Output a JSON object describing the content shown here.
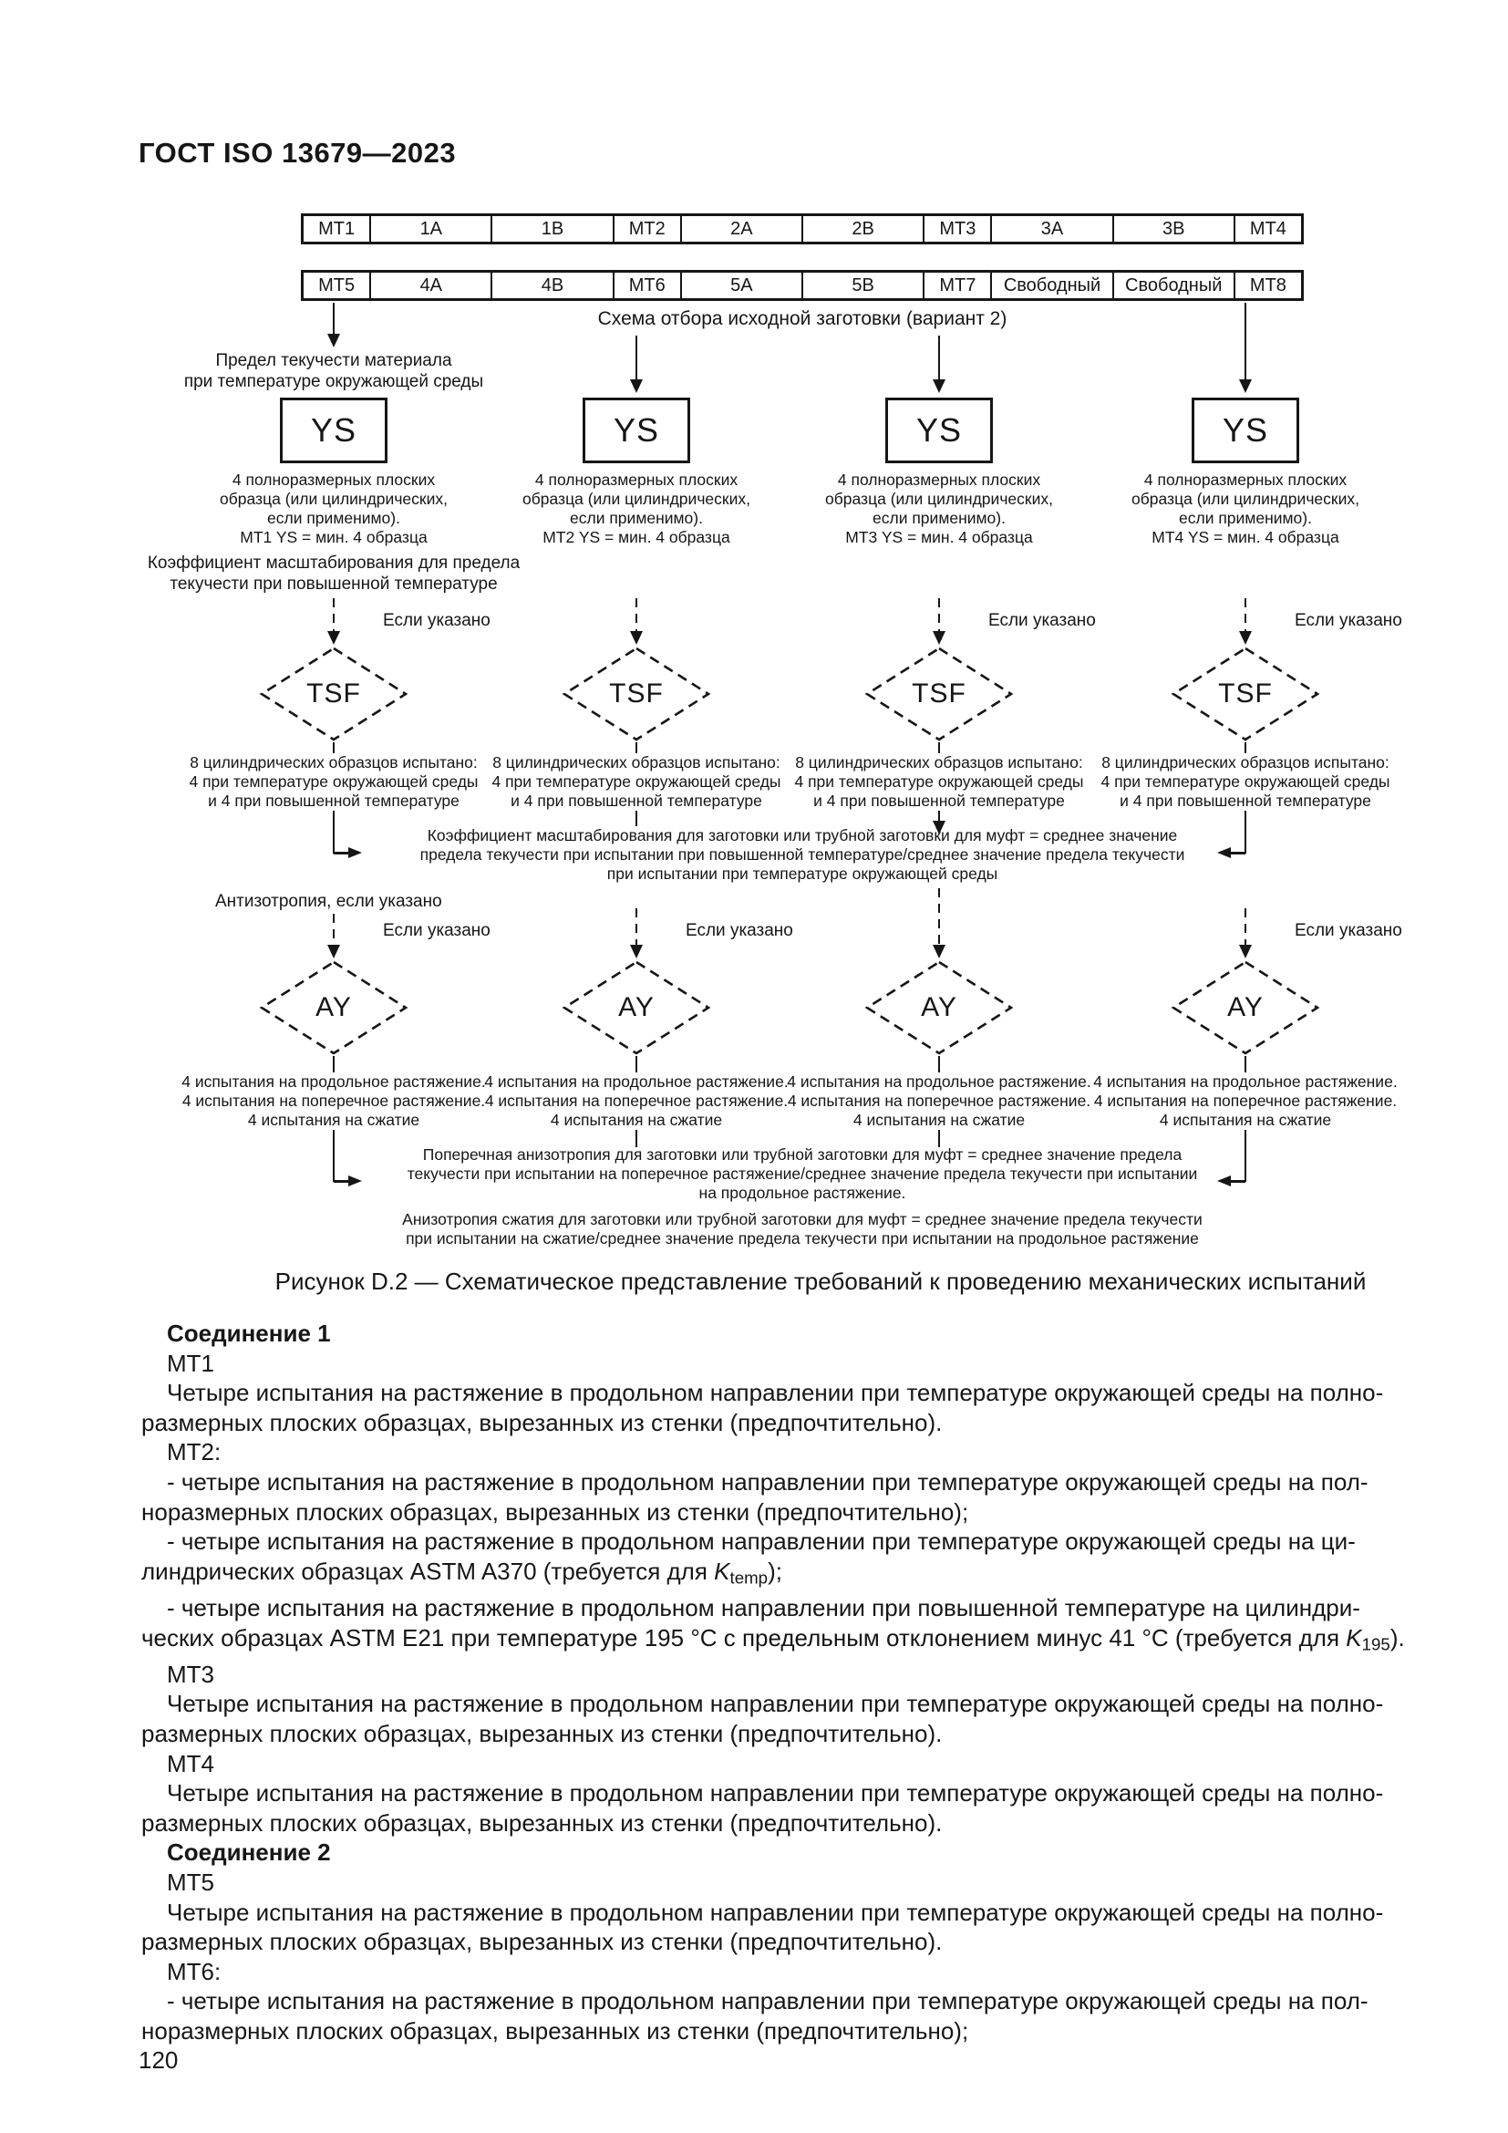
{
  "page": {
    "standard": "ГОСТ ISO 13679—2023",
    "number": "120"
  },
  "diagram": {
    "table_row1": [
      "MT1",
      "1A",
      "1B",
      "MT2",
      "2A",
      "2B",
      "MT3",
      "3A",
      "3B",
      "MT4"
    ],
    "table_row2": [
      "MT5",
      "4A",
      "4B",
      "MT6",
      "5A",
      "5B",
      "MT7",
      "Свободный",
      "Свободный",
      "MT8"
    ],
    "scheme_caption": "Схема отбора исходной заготовки (вариант 2)",
    "ys_intro_label": "Предел текучести материала\nпри температуре окружающей среды",
    "tsf_intro_label": "Коэффициент масштабирования для предела\nтекучести при повышенной температуре",
    "ay_intro_label": "Антизотропия, если указано",
    "if_specified": "Если указано",
    "columns": [
      {
        "ys": "YS",
        "ys_caption": "4 полноразмерных плоских\nобразца (или цилиндрических,\nесли применимо).\nMT1 YS = мин. 4 образца",
        "tsf": "TSF",
        "tsf_caption": "8 цилиндрических образцов испытано:\n4 при температуре окружающей среды\nи 4 при повышенной температуре",
        "ay": "AY",
        "ay_caption": "4 испытания на продольное растяжение.\n4 испытания на поперечное растяжение.\n4 испытания на сжатие"
      },
      {
        "ys": "YS",
        "ys_caption": "4 полноразмерных плоских\nобразца (или цилиндрических,\nесли применимо).\nMT2 YS = мин. 4 образца",
        "tsf": "TSF",
        "tsf_caption": "8 цилиндрических образцов испытано:\n4 при температуре окружающей среды\nи 4 при повышенной температуре",
        "ay": "AY",
        "ay_caption": "4 испытания на продольное растяжение.\n4 испытания на поперечное растяжение.\n4 испытания на сжатие"
      },
      {
        "ys": "YS",
        "ys_caption": "4 полноразмерных плоских\nобразца (или цилиндрических,\nесли применимо).\nMT3 YS = мин. 4 образца",
        "tsf": "TSF",
        "tsf_caption": "8 цилиндрических образцов испытано:\n4 при температуре окружающей среды\nи 4 при повышенной температуре",
        "ay": "AY",
        "ay_caption": "4 испытания на продольное растяжение.\n4 испытания на поперечное растяжение.\n4 испытания на сжатие"
      },
      {
        "ys": "YS",
        "ys_caption": "4 полноразмерных плоских\nобразца (или цилиндрических,\nесли применимо).\nMT4 YS = мин. 4 образца",
        "tsf": "TSF",
        "tsf_caption": "8 цилиндрических образцов испытано:\n4 при температуре окружающей среды\nи 4 при повышенной температуре",
        "ay": "AY",
        "ay_caption": "4 испытания на продольное растяжение.\n4 испытания на поперечное растяжение.\n4 испытания на сжатие"
      }
    ],
    "tsf_formula": "Коэффициент масштабирования для заготовки или трубной заготовки для муфт = среднее значение\nпредела текучести при испытании при повышенной температуре/среднее значение предела текучести\nпри испытании при температуре окружающей среды",
    "transverse_formula": "Поперечная анизотропия для заготовки или трубной заготовки для муфт = среднее значение предела\nтекучести при испытании на поперечное растяжение/среднее значение предела текучести при испытании\nна продольное растяжение.",
    "compression_formula": "Анизотропия сжатия для заготовки или трубной заготовки для муфт = среднее значение предела текучести\nпри испытании на сжатие/среднее значение предела текучести при испытании на продольное растяжение",
    "figure_caption": "Рисунок D.2 — Схематическое представление требований к проведению механических испытаний"
  },
  "body": {
    "lines": [
      {
        "text": "Соединение 1"
      },
      {
        "text": "MT1"
      },
      {
        "text": "Четыре испытания на растяжение в продольном направлении при температуре окружающей среды на полно-"
      },
      {
        "text": "размерных плоских образцах, вырезанных из стенки (предпочтительно)."
      },
      {
        "text": "MT2:"
      },
      {
        "text": "- четыре испытания на растяжение в продольном направлении при температуре окружающей среды на пол-"
      },
      {
        "text": "норазмерных плоских образцах, вырезанных из стенки (предпочтительно);"
      },
      {
        "text": "- четыре испытания на растяжение в продольном направлении при температуре окружающей среды на ци-"
      },
      {
        "parts": [
          {
            "t": "линдрических образцах ASTM A370 (требуется для "
          },
          {
            "t": "K",
            "s": "it"
          },
          {
            "t": "temp",
            "s": "sub"
          },
          {
            "t": ");"
          }
        ]
      },
      {
        "text": "- четыре испытания на растяжение в продольном направлении при повышенной температуре на цилиндри-"
      },
      {
        "parts": [
          {
            "t": "ческих образцах ASTM E21 при температуре 195 °С с предельным отклонением минус 41 °С (требуется для "
          },
          {
            "t": "K",
            "s": "it"
          },
          {
            "t": "195",
            "s": "sub"
          },
          {
            "t": ")."
          }
        ]
      },
      {
        "text": "MT3"
      },
      {
        "text": "Четыре испытания на растяжение в продольном направлении при температуре окружающей среды на полно-"
      },
      {
        "text": "размерных плоских образцах, вырезанных из стенки (предпочтительно)."
      },
      {
        "text": "MT4"
      },
      {
        "text": "Четыре испытания на растяжение в продольном направлении при температуре окружающей среды на полно-"
      },
      {
        "text": "размерных плоских образцах, вырезанных из стенки (предпочтительно)."
      },
      {
        "text": "Соединение 2"
      },
      {
        "text": "MT5"
      },
      {
        "text": "Четыре испытания на растяжение в продольном направлении при температуре окружающей среды на полно-"
      },
      {
        "text": "размерных плоских образцах, вырезанных из стенки (предпочтительно)."
      },
      {
        "text": "MT6:"
      },
      {
        "text": "- четыре испытания на растяжение в продольном направлении при температуре окружающей среды на пол-"
      },
      {
        "text": "норазмерных плоских образцах, вырезанных из стенки (предпочтительно);"
      }
    ]
  }
}
